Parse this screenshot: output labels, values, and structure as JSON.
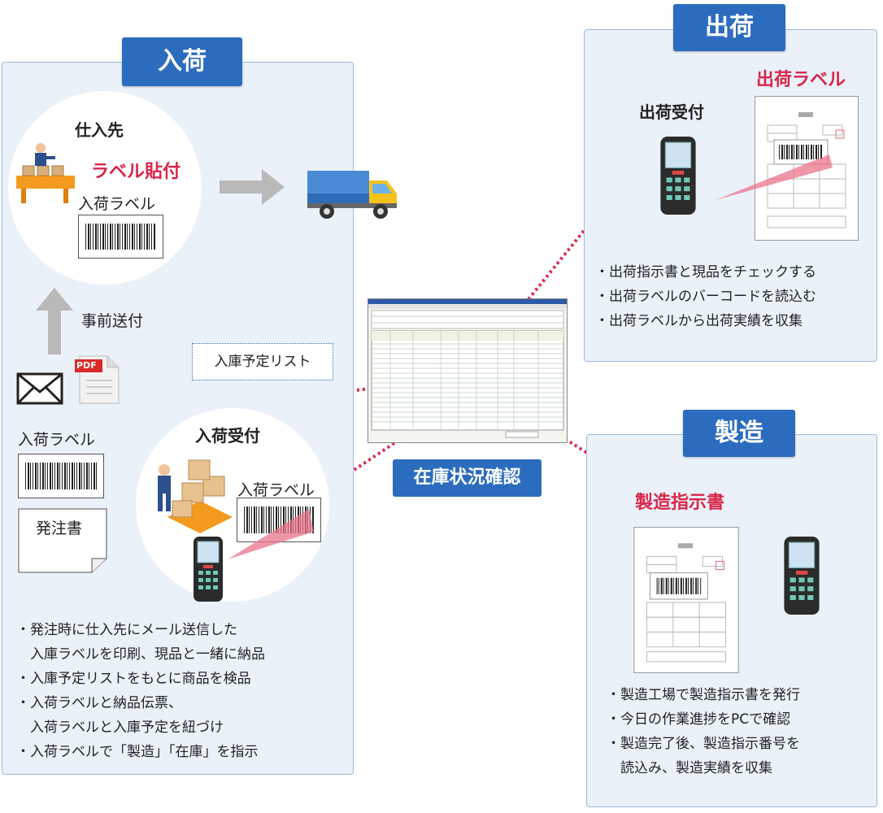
{
  "nyuka": {
    "header": "入荷",
    "supplier": "仕入先",
    "label_paste": "ラベル貼付",
    "nyuka_label_top": "入荷ラベル",
    "advance_send": "事前送付",
    "pdf_text": "PDF",
    "schedule_list": "入庫予定リスト",
    "nyuka_label_left": "入荷ラベル",
    "order_doc": "発注書",
    "receive": "入荷受付",
    "nyuka_label_receive": "入荷ラベル",
    "bullets": [
      "・発注時に仕入先にメール送信した",
      "　入庫ラベルを印刷、現品と一緒に納品",
      "・入庫予定リストをもとに商品を検品",
      "・入荷ラベルと納品伝票、",
      "　入荷ラベルと入庫予定を紐づけ",
      "・入荷ラベルで「製造」「在庫」を指示"
    ]
  },
  "center": {
    "label": "在庫状況確認"
  },
  "shukka": {
    "header": "出荷",
    "label": "出荷ラベル",
    "receive": "出荷受付",
    "bullets": [
      "・出荷指示書と現品をチェックする",
      "・出荷ラベルのバーコードを読込む",
      "・出荷ラベルから出荷実績を収集"
    ]
  },
  "seizo": {
    "header": "製造",
    "instruction": "製造指示書",
    "bullets": [
      "・製造工場で製造指示書を発行",
      "・今日の作業進捗をPCで確認",
      "・製造完了後、製造指示番号を",
      "　読込み、製造実績を収集"
    ]
  }
}
